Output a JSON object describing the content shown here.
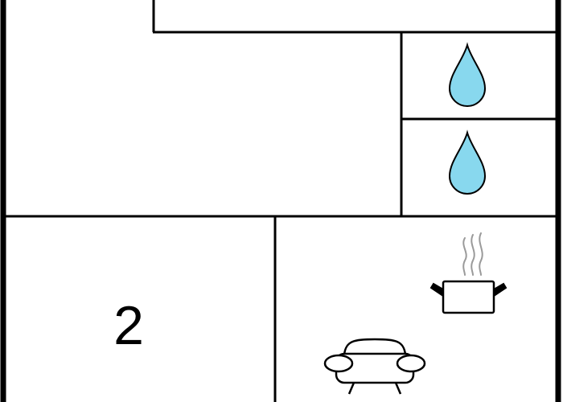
{
  "floorplan": {
    "rooms": [
      {
        "id": "top-room",
        "type": "room",
        "label": ""
      },
      {
        "id": "large-room",
        "type": "room",
        "label": ""
      },
      {
        "id": "bathroom-1",
        "type": "bathroom",
        "icon": "water-drop-icon"
      },
      {
        "id": "bathroom-2",
        "type": "bathroom",
        "icon": "water-drop-icon"
      },
      {
        "id": "bedroom-2",
        "type": "bedroom",
        "label": "2"
      },
      {
        "id": "kitchen-living",
        "type": "kitchen-living",
        "icons": [
          "cooking-pot-icon",
          "sofa-icon"
        ]
      }
    ],
    "colors": {
      "wall": "#000000",
      "water": "#88d8ee",
      "background": "#ffffff",
      "steam": "#9a9a9a"
    }
  }
}
